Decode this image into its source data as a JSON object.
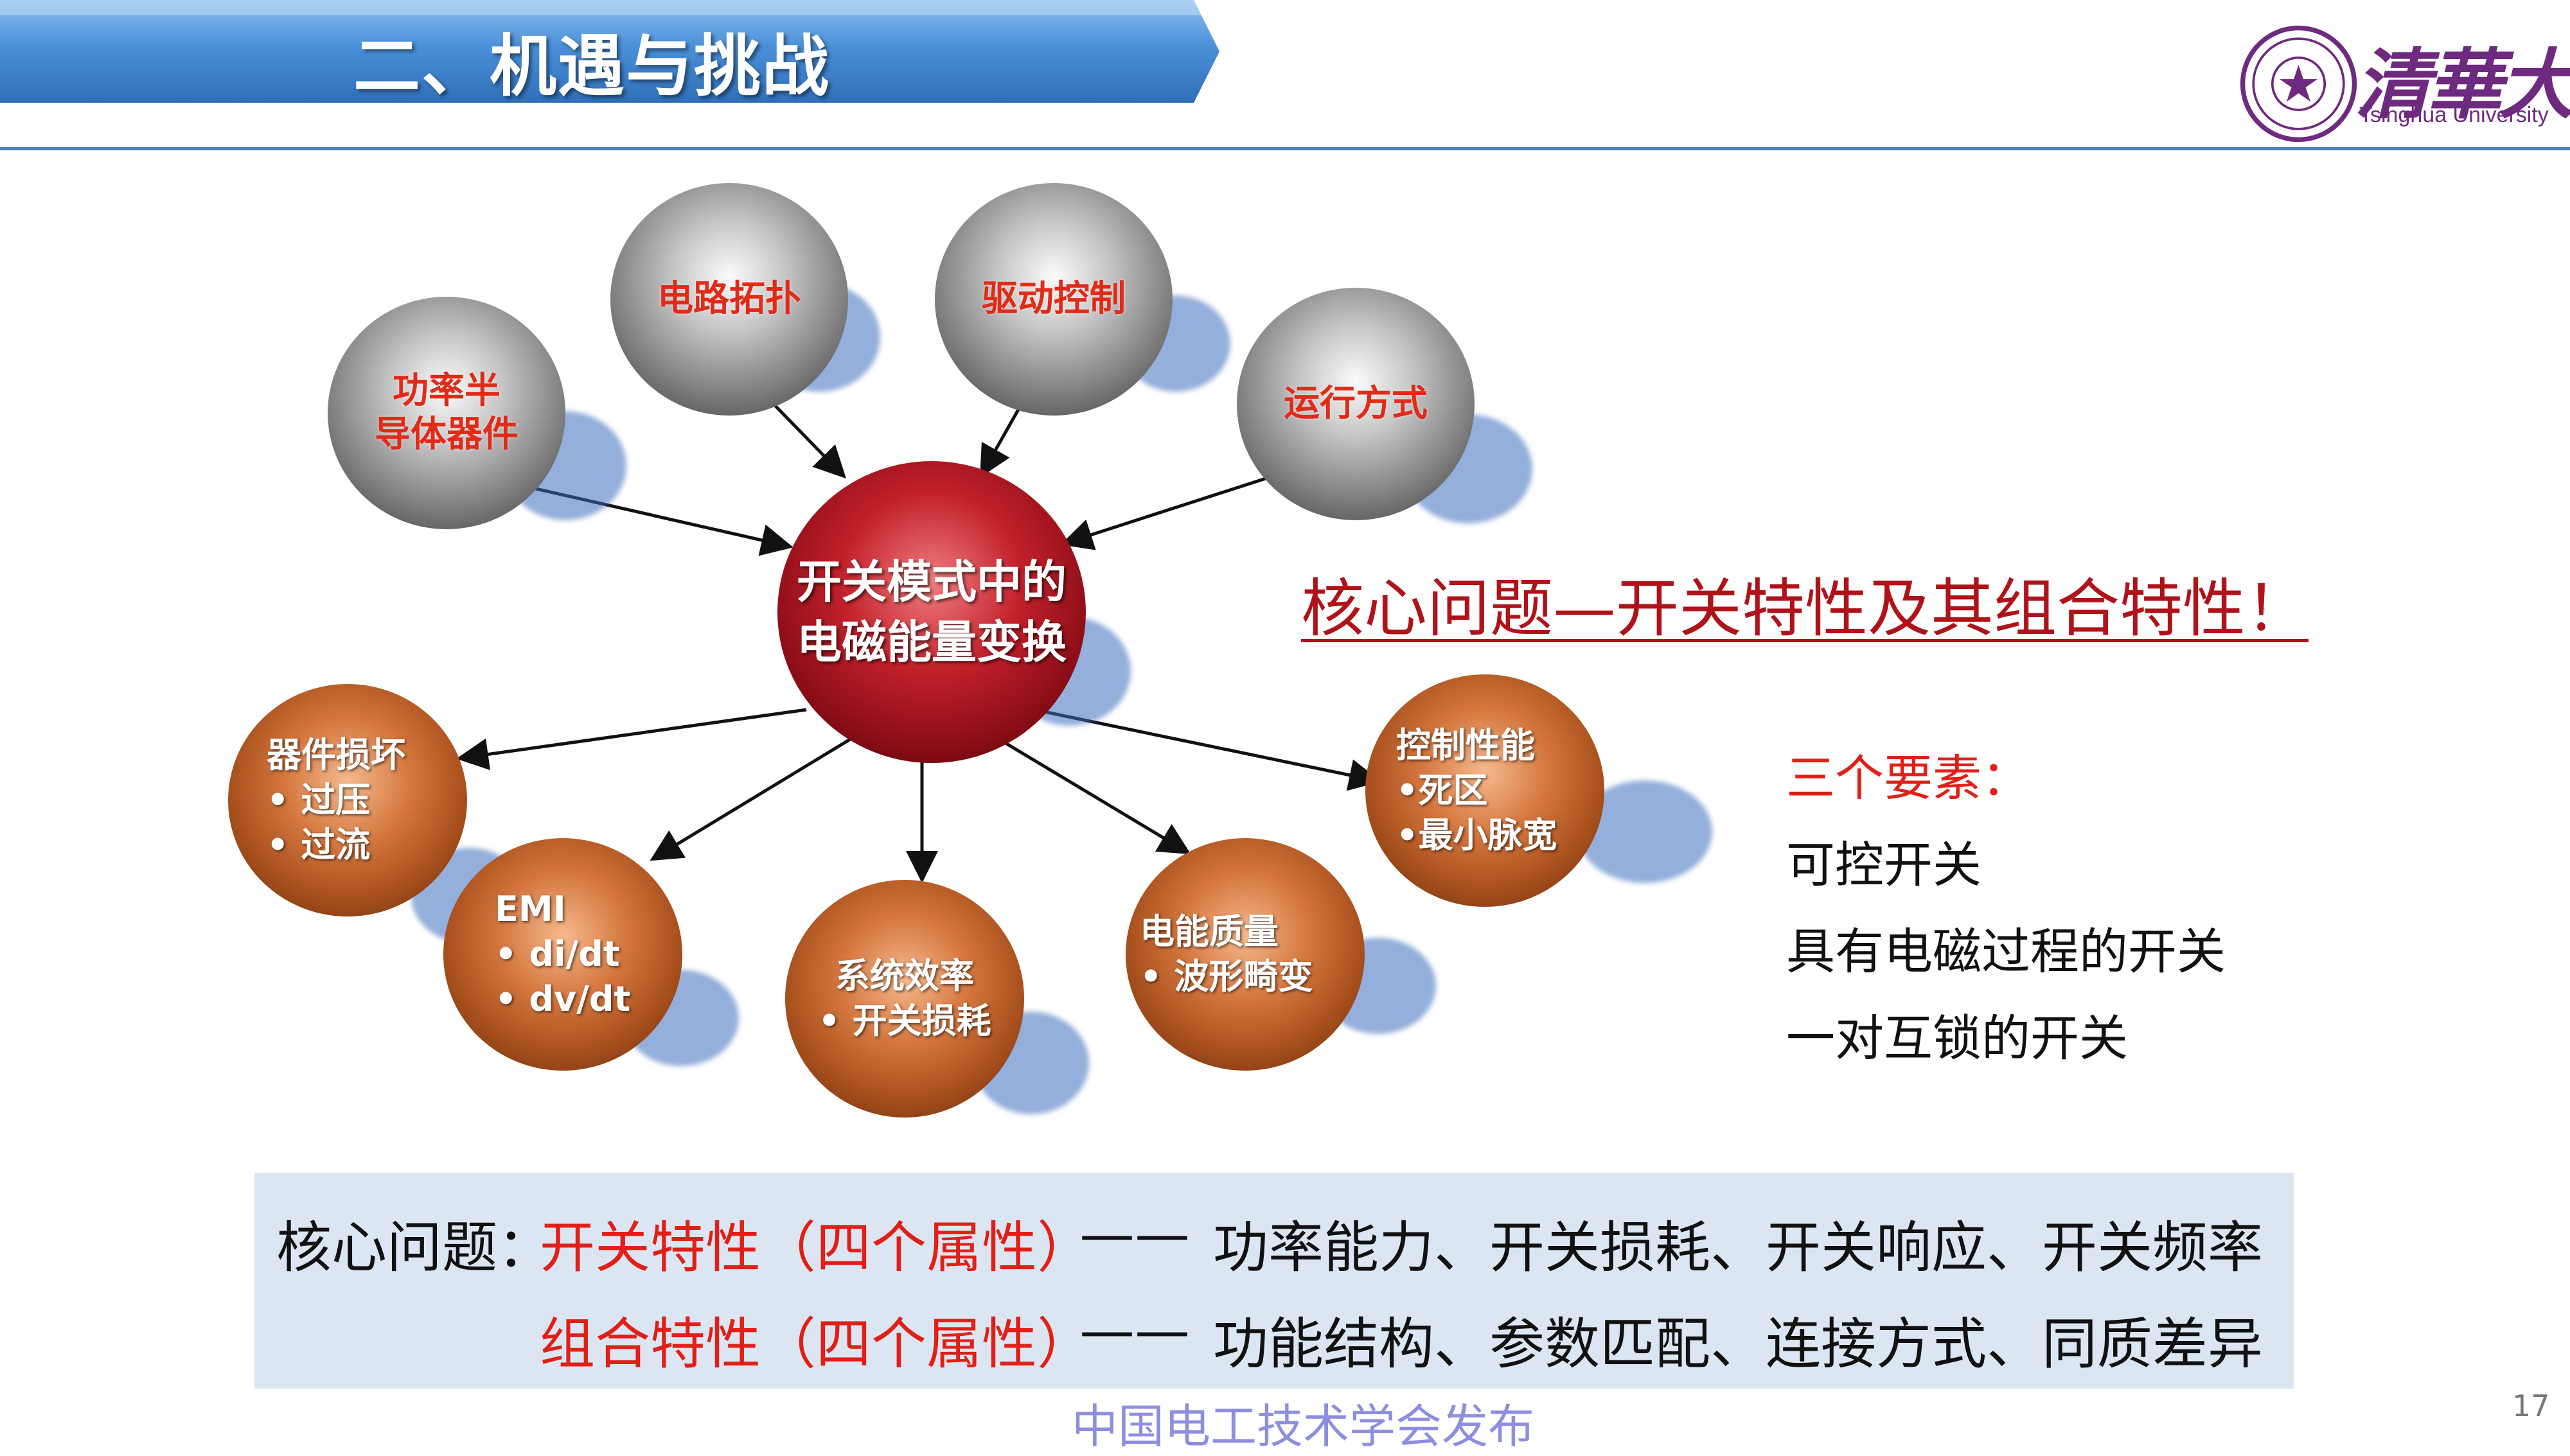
{
  "header": {
    "title": "二、机遇与挑战",
    "logo_cn": "清華大学",
    "logo_en": "Tsinghua University",
    "banner_color": "#4a90d9"
  },
  "diagram": {
    "center": {
      "line1": "开关模式中的",
      "line2": "电磁能量变换"
    },
    "inputs": [
      {
        "lines": [
          "功率半",
          "导体器件"
        ]
      },
      {
        "lines": [
          "电路拓扑"
        ]
      },
      {
        "lines": [
          "驱动控制"
        ]
      },
      {
        "lines": [
          "运行方式"
        ]
      }
    ],
    "outputs": [
      {
        "lines": [
          "器件损坏",
          "• 过压",
          "• 过流"
        ]
      },
      {
        "lines": [
          "EMI",
          "• di/dt",
          "• dv/dt"
        ]
      },
      {
        "lines": [
          "系统效率",
          "• 开关损耗"
        ]
      },
      {
        "lines": [
          "电能质量",
          "• 波形畸变"
        ]
      },
      {
        "lines": [
          "控制性能",
          "•死区",
          "•最小脉宽"
        ]
      }
    ]
  },
  "right": {
    "core_title": "核心问题—开关特性及其组合特性！",
    "elements_title": "三个要素：",
    "elements": [
      "可控开关",
      "具有电磁过程的开关",
      "一对互锁的开关"
    ]
  },
  "bottom": {
    "label": "核心问题：",
    "row1_red": "开关特性（四个属性）",
    "row1_dash": "——",
    "row1_items": "功率能力、开关损耗、开关响应、开关频率",
    "row2_red": "组合特性（四个属性）",
    "row2_dash": "——",
    "row2_items": "功能结构、参数匹配、连接方式、同质差异"
  },
  "footer": {
    "publisher": "中国电工技术学会发布",
    "page": "17"
  }
}
